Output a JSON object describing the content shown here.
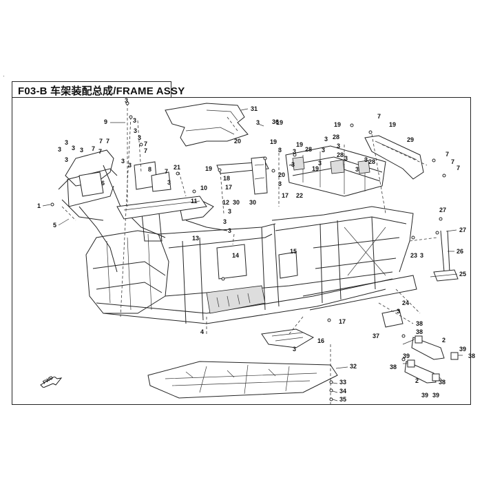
{
  "title": "F03-B 车架装配总成/FRAME ASSY",
  "fwd_label": "FWD",
  "callouts": [
    "1",
    "2",
    "3",
    "4",
    "5",
    "6",
    "7",
    "8",
    "9",
    "10",
    "11",
    "12",
    "13",
    "14",
    "15",
    "16",
    "17",
    "18",
    "19",
    "20",
    "21",
    "22",
    "23",
    "24",
    "25",
    "26",
    "27",
    "28",
    "29",
    "30",
    "31",
    "32",
    "33",
    "34",
    "35",
    "36",
    "37",
    "38",
    "39"
  ],
  "colors": {
    "ink": "#222222",
    "background": "#ffffff",
    "fill_shade": "#dddddd"
  }
}
